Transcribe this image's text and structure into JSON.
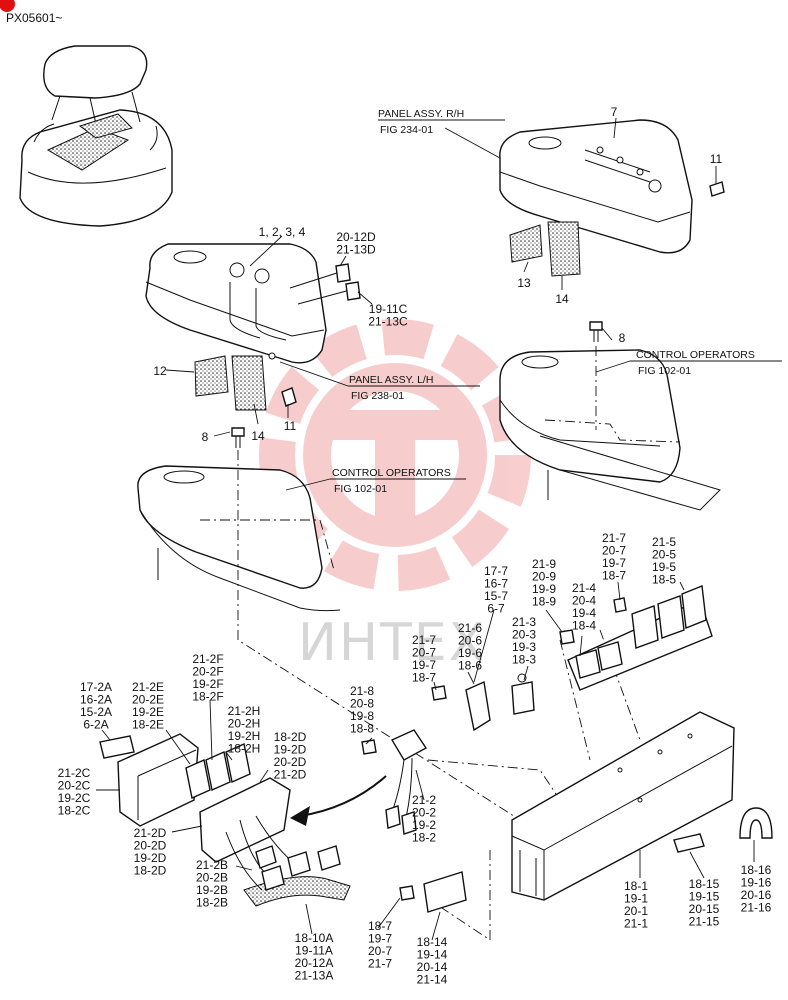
{
  "serial_range": "PX05601~",
  "watermark_text": "ИНТЕХ",
  "colors": {
    "watermark": "#e23a3a",
    "corner_dot": "#e01010",
    "line": "#111111"
  },
  "refs": {
    "panel_rh_title": "PANEL ASSY. R/H",
    "panel_rh_fig": "FIG 234-01",
    "panel_lh_title": "PANEL ASSY. L/H",
    "panel_lh_fig": "FIG 238-01",
    "control_right_title": "CONTROL OPERATORS",
    "control_right_fig": "FIG 102-01",
    "control_left_title": "CONTROL OPERATORS",
    "control_left_fig": "FIG 102-01"
  },
  "callouts": [
    {
      "id": "c-7",
      "lines": [
        "7"
      ]
    },
    {
      "id": "c-11-top",
      "lines": [
        "11"
      ]
    },
    {
      "id": "c-13",
      "lines": [
        "13"
      ]
    },
    {
      "id": "c-14-top",
      "lines": [
        "14"
      ]
    },
    {
      "id": "c-1234",
      "lines": [
        "1, 2, 3, 4"
      ]
    },
    {
      "id": "c-20-12D",
      "lines": [
        "20-12D",
        "21-13D"
      ]
    },
    {
      "id": "c-19-11C",
      "lines": [
        "19-11C",
        "21-13C"
      ]
    },
    {
      "id": "c-12",
      "lines": [
        "12"
      ]
    },
    {
      "id": "c-14-left",
      "lines": [
        "14"
      ]
    },
    {
      "id": "c-11-left",
      "lines": [
        "11"
      ]
    },
    {
      "id": "c-8-left",
      "lines": [
        "8"
      ]
    },
    {
      "id": "c-8-right",
      "lines": [
        "8"
      ]
    },
    {
      "id": "c-21-7a",
      "lines": [
        "21-7",
        "20-7",
        "19-7",
        "18-7"
      ]
    },
    {
      "id": "c-21-5",
      "lines": [
        "21-5",
        "20-5",
        "19-5",
        "18-5"
      ]
    },
    {
      "id": "c-21-9",
      "lines": [
        "21-9",
        "20-9",
        "19-9",
        "18-9"
      ]
    },
    {
      "id": "c-17-7",
      "lines": [
        "17-7",
        "16-7",
        "15-7",
        "6-7"
      ]
    },
    {
      "id": "c-21-4",
      "lines": [
        "21-4",
        "20-4",
        "19-4",
        "18-4"
      ]
    },
    {
      "id": "c-21-3",
      "lines": [
        "21-3",
        "20-3",
        "19-3",
        "18-3"
      ]
    },
    {
      "id": "c-21-6",
      "lines": [
        "21-6",
        "20-6",
        "19-6",
        "18-6"
      ]
    },
    {
      "id": "c-21-7b",
      "lines": [
        "21-7",
        "20-7",
        "19-7",
        "18-7"
      ]
    },
    {
      "id": "c-21-2F",
      "lines": [
        "21-2F",
        "20-2F",
        "19-2F",
        "18-2F"
      ]
    },
    {
      "id": "c-17-2A",
      "lines": [
        "17-2A",
        "16-2A",
        "15-2A",
        "6-2A"
      ]
    },
    {
      "id": "c-21-2E",
      "lines": [
        "21-2E",
        "20-2E",
        "19-2E",
        "18-2E"
      ]
    },
    {
      "id": "c-21-2H",
      "lines": [
        "21-2H",
        "20-2H",
        "19-2H",
        "18-2H"
      ]
    },
    {
      "id": "c-18-2D",
      "lines": [
        "18-2D",
        "19-2D",
        "20-2D",
        "21-2D"
      ]
    },
    {
      "id": "c-21-8",
      "lines": [
        "21-8",
        "20-8",
        "19-8",
        "18-8"
      ]
    },
    {
      "id": "c-21-2C",
      "lines": [
        "21-2C",
        "20-2C",
        "19-2C",
        "18-2C"
      ]
    },
    {
      "id": "c-21-2D",
      "lines": [
        "21-2D",
        "20-2D",
        "19-2D",
        "18-2D"
      ]
    },
    {
      "id": "c-21-2",
      "lines": [
        "21-2",
        "20-2",
        "19-2",
        "18-2"
      ]
    },
    {
      "id": "c-21-2B",
      "lines": [
        "21-2B",
        "20-2B",
        "19-2B",
        "18-2B"
      ]
    },
    {
      "id": "c-18-1",
      "lines": [
        "18-1",
        "19-1",
        "20-1",
        "21-1"
      ]
    },
    {
      "id": "c-18-15",
      "lines": [
        "18-15",
        "19-15",
        "20-15",
        "21-15"
      ]
    },
    {
      "id": "c-18-16",
      "lines": [
        "18-16",
        "19-16",
        "20-16",
        "21-16"
      ]
    },
    {
      "id": "c-18-10A",
      "lines": [
        "18-10A",
        "19-11A",
        "20-12A",
        "21-13A"
      ]
    },
    {
      "id": "c-18-7",
      "lines": [
        "18-7",
        "19-7",
        "20-7",
        "21-7"
      ]
    },
    {
      "id": "c-18-14",
      "lines": [
        "18-14",
        "19-14",
        "20-14",
        "21-14"
      ]
    }
  ]
}
